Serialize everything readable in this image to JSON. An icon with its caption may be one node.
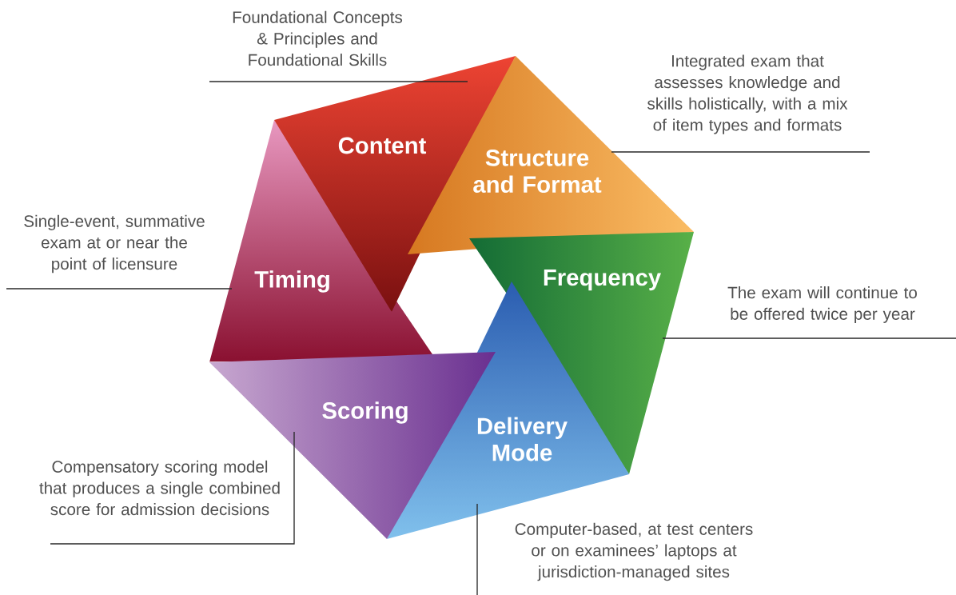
{
  "diagram": {
    "nodes": [
      {
        "text": [
          "Content"
        ]
      },
      {
        "text": [
          "Structure and Format"
        ]
      },
      {
        "text": [
          "Frequency"
        ]
      },
      {
        "text": [
          "Delivery Mode"
        ]
      },
      {
        "text": [
          "Scoring"
        ]
      },
      {
        "text": [
          "Timing"
        ]
      },
      {
        "text": [
          "Foundational Concepts & Principles and Foundational Skills"
        ]
      },
      {
        "text": [
          "Integrated exam that assesses knowledge and skills holistically, with a mix of item types and formats"
        ]
      },
      {
        "text": [
          "The exam will continue to be offered twice per year"
        ]
      },
      {
        "text": [
          "Computer-based, at test centers or on examinees’ laptops at jurisdiction-managed sites"
        ]
      },
      {
        "text": [
          "Compensatory scoring model that produces a single combined score for admission decisions"
        ]
      },
      {
        "text": [
          "Single-event, summative exam at or near the point of licensure"
        ]
      }
    ],
    "edges": [
      {
        "from": 6,
        "to": 0,
        "arrow": "none"
      },
      {
        "from": 7,
        "to": 1,
        "arrow": "none"
      },
      {
        "from": 8,
        "to": 2,
        "arrow": "none"
      },
      {
        "from": 9,
        "to": 3,
        "arrow": "none"
      },
      {
        "from": 10,
        "to": 4,
        "arrow": "none"
      },
      {
        "from": 11,
        "to": 5,
        "arrow": "none"
      }
    ]
  }
}
